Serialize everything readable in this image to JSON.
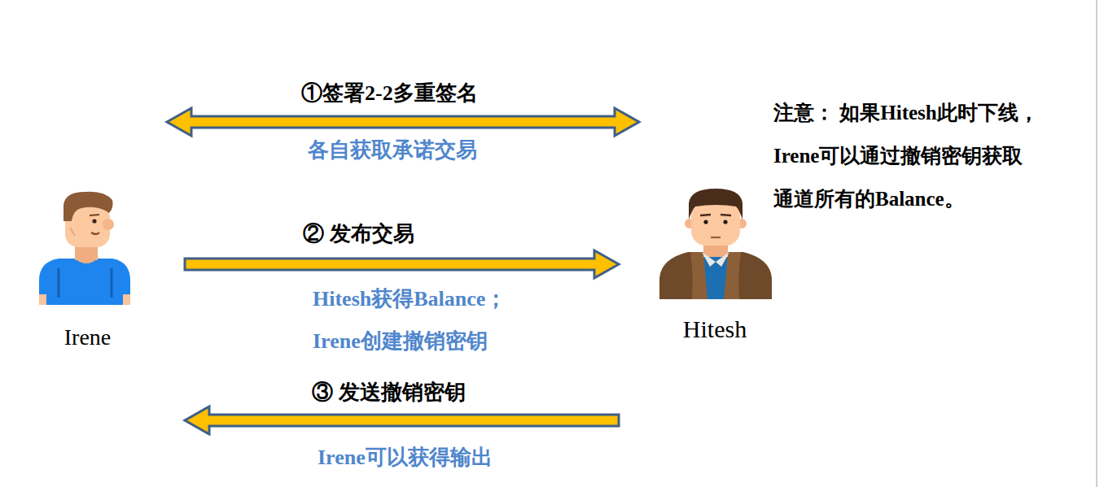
{
  "diagram": {
    "nodes": [
      {
        "text": [
          "Irene"
        ]
      },
      {
        "text": [
          "Hitesh"
        ]
      }
    ],
    "edges": [
      {
        "from": 0,
        "to": 1,
        "arrow": "both",
        "label": "①签署2-2多重签名"
      },
      {
        "from": 0,
        "to": 1,
        "arrow": "to",
        "label": "② 发布交易"
      },
      {
        "from": 1,
        "to": 0,
        "arrow": "to",
        "label": "③ 发送撤销密钥"
      }
    ],
    "labels": [
      "各自获取承诺交易",
      "Hitesh获得Balance；",
      "Irene创建撤销密钥",
      "Irene可以获得输出",
      "注意： 如果Hitesh此时下线， Irene可以通过撤销密钥获取 通道所有的Balance。"
    ]
  }
}
